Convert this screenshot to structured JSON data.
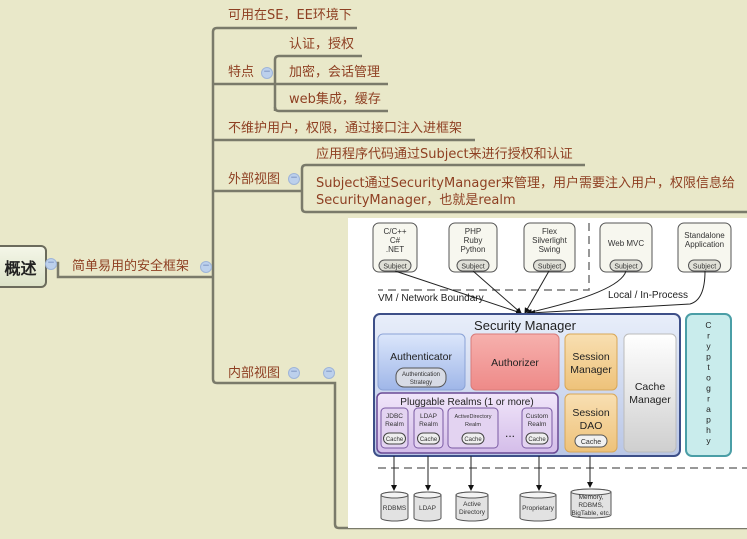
{
  "root": {
    "label": "概述"
  },
  "main_branch": {
    "label": "简单易用的安全框架"
  },
  "topics": {
    "env": "可用在SE，EE环境下",
    "features": {
      "label": "特点",
      "items": [
        "认证，授权",
        "加密，会话管理",
        "web集成，缓存"
      ]
    },
    "no_user": "不维护用户，权限，通过接口注入进框架",
    "external": {
      "label": "外部视图",
      "items": [
        "应用程序代码通过Subject来进行授权和认证",
        "Subject通过SecurityManager来管理，用户需要注入用户，权限信息给",
        "SecurityManager，也就是realm"
      ]
    },
    "internal": {
      "label": "内部视图"
    }
  },
  "diagram": {
    "clients": [
      {
        "lines": [
          "C/C++",
          "C#",
          ".NET"
        ],
        "subject": "Subject"
      },
      {
        "lines": [
          "PHP",
          "Ruby",
          "Python"
        ],
        "subject": "Subject"
      },
      {
        "lines": [
          "Flex",
          "Silverlight",
          "Swing"
        ],
        "subject": "Subject"
      },
      {
        "lines": [
          "Web MVC"
        ],
        "subject": "Subject"
      },
      {
        "lines": [
          "Standalone",
          "Application"
        ],
        "subject": "Subject"
      }
    ],
    "vm_boundary": "VM / Network Boundary",
    "local": "Local / In-Process",
    "security_manager": "Security Manager",
    "authenticator": "Authenticator",
    "auth_strategy": [
      "Authentication",
      "Strategy"
    ],
    "authorizer": "Authorizer",
    "session_manager": [
      "Session",
      "Manager"
    ],
    "cache_manager": [
      "Cache",
      "Manager"
    ],
    "realms_title": "Pluggable Realms (1 or more)",
    "realms": [
      {
        "lines": [
          "JDBC",
          "Realm"
        ],
        "cache": "Cache"
      },
      {
        "lines": [
          "LDAP",
          "Realm"
        ],
        "cache": "Cache"
      },
      {
        "lines": [
          "ActiveDirectory",
          "Realm"
        ],
        "cache": "Cache"
      },
      {
        "lines": [
          "Custom",
          "Realm"
        ],
        "cache": "Cache"
      }
    ],
    "ellipsis": "...",
    "session_dao": [
      "Session",
      "DAO"
    ],
    "session_dao_cache": "Cache",
    "cryptography": [
      "C",
      "r",
      "y",
      "p",
      "t",
      "o",
      "g",
      "r",
      "a",
      "p",
      "h",
      "y"
    ],
    "stores": [
      {
        "lines": [
          "RDBMS"
        ]
      },
      {
        "lines": [
          "LDAP"
        ]
      },
      {
        "lines": [
          "Active",
          "Directory"
        ]
      },
      {
        "lines": [
          "Proprietary"
        ]
      },
      {
        "lines": [
          "Memory,",
          "RDBMS,",
          "BigTable, etc."
        ]
      }
    ]
  },
  "colors": {
    "background": "#e9e8c9",
    "text": "#8e3f22",
    "line": "#7a7a6a"
  }
}
